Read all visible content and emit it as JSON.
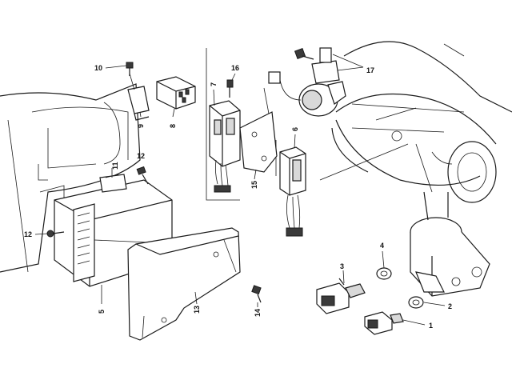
{
  "callouts": [
    {
      "id": "1",
      "text": "1"
    },
    {
      "id": "2",
      "text": "2"
    },
    {
      "id": "3",
      "text": "3"
    },
    {
      "id": "4",
      "text": "4"
    },
    {
      "id": "5",
      "text": "5"
    },
    {
      "id": "6",
      "text": "6"
    },
    {
      "id": "7",
      "text": "7"
    },
    {
      "id": "8",
      "text": "8"
    },
    {
      "id": "9",
      "text": "9"
    },
    {
      "id": "10",
      "text": "10"
    },
    {
      "id": "11",
      "text": "11"
    },
    {
      "id": "12a",
      "text": "12"
    },
    {
      "id": "12b",
      "text": "12"
    },
    {
      "id": "13",
      "text": "13"
    },
    {
      "id": "14",
      "text": "14"
    },
    {
      "id": "15",
      "text": "15"
    },
    {
      "id": "16",
      "text": "16"
    },
    {
      "id": "17",
      "text": "17"
    }
  ]
}
